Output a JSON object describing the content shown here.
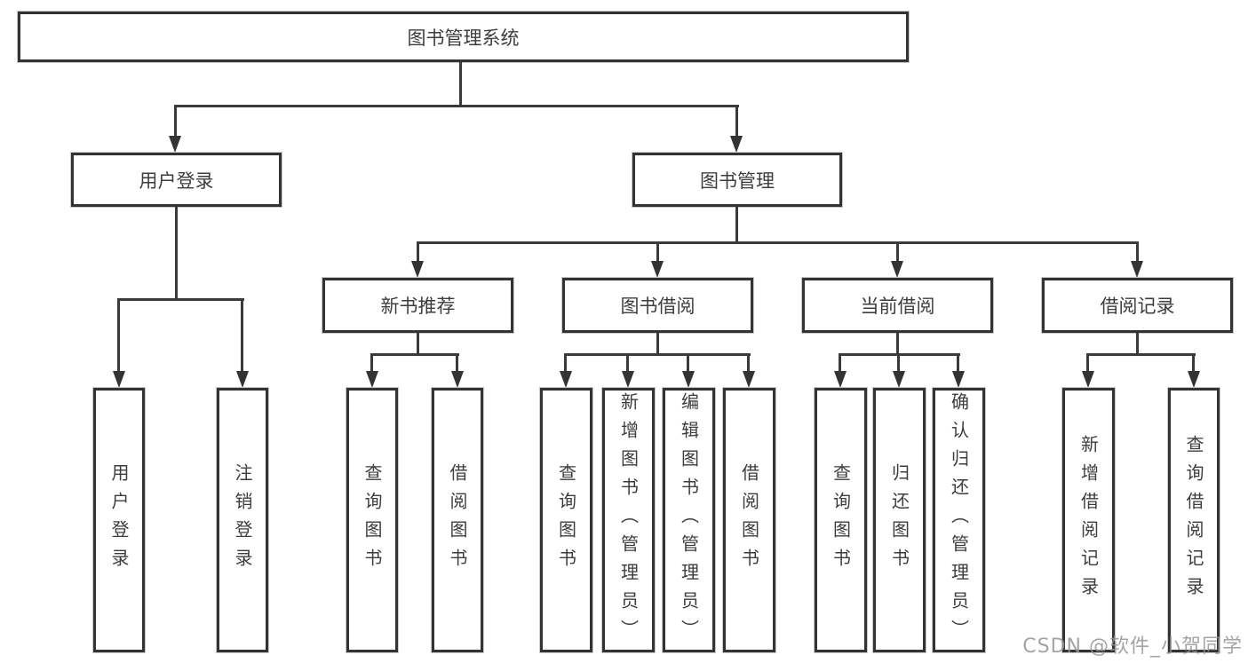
{
  "diagram": {
    "root": {
      "label": "图书管理系统"
    },
    "branches": [
      {
        "label": "用户登录",
        "leaves": [
          {
            "label": "用户登录"
          },
          {
            "label": "注销登录"
          }
        ]
      },
      {
        "label": "图书管理",
        "modules": [
          {
            "label": "新书推荐",
            "leaves": [
              {
                "label": "查询图书"
              },
              {
                "label": "借阅图书"
              }
            ]
          },
          {
            "label": "图书借阅",
            "leaves": [
              {
                "label": "查询图书"
              },
              {
                "label": "新增图书（管理员）"
              },
              {
                "label": "编辑图书（管理员）"
              },
              {
                "label": "借阅图书"
              }
            ]
          },
          {
            "label": "当前借阅",
            "leaves": [
              {
                "label": "查询图书"
              },
              {
                "label": "归还图书"
              },
              {
                "label": "确认归还（管理员）"
              }
            ]
          },
          {
            "label": "借阅记录",
            "leaves": [
              {
                "label": "新增借阅记录"
              },
              {
                "label": "查询借阅记录"
              }
            ]
          }
        ]
      }
    ]
  },
  "watermark": {
    "text": "CSDN @软件_小贺同学"
  },
  "colors": {
    "line": "#3a3a3a",
    "node_border": "#333333",
    "text": "#3d3d3d",
    "watermark": "#949494",
    "background": "#ffffff"
  }
}
